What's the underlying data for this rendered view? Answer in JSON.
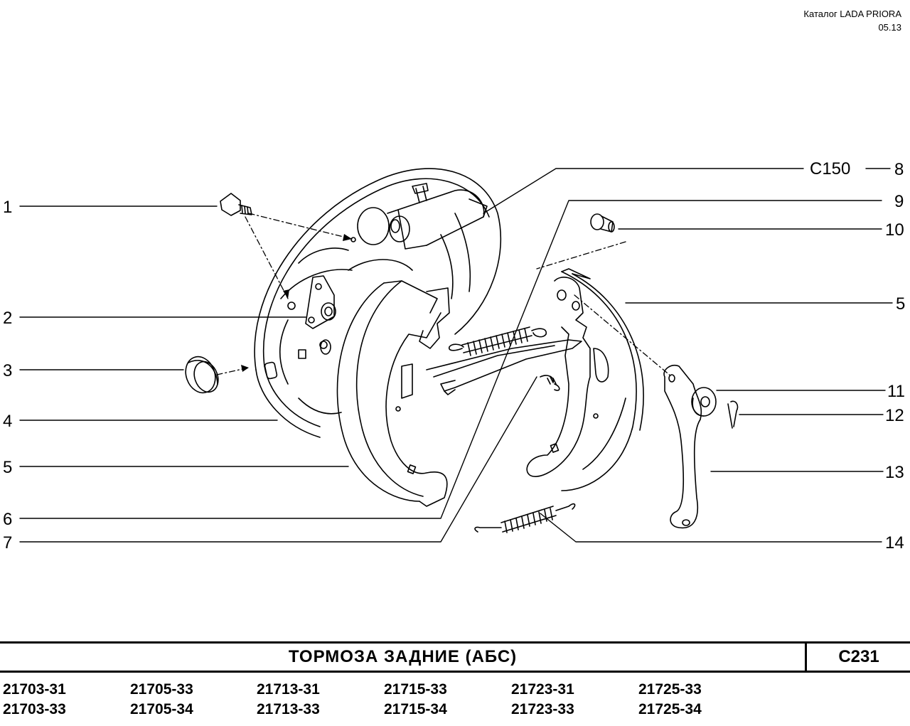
{
  "header": {
    "catalog": "Каталог  LADA  PRIORA",
    "date": "05.13"
  },
  "callouts": {
    "c1": "1",
    "c2": "2",
    "c3": "3",
    "c4": "4",
    "c5_left": "5",
    "c6": "6",
    "c7": "7",
    "c8": "8",
    "c8_ref": "C150",
    "c9": "9",
    "c10": "10",
    "c5_right": "5",
    "c11": "11",
    "c12": "12",
    "c13": "13",
    "c14": "14"
  },
  "footer": {
    "title": "ТОРМОЗА  ЗАДНИЕ  (АБС)",
    "page_code": "C231",
    "models_row1": [
      "21703-31",
      "21705-33",
      "21713-31",
      "21715-33",
      "21723-31",
      "21725-33"
    ],
    "models_row2": [
      "21703-33",
      "21705-34",
      "21713-33",
      "21715-34",
      "21723-33",
      "21725-34"
    ]
  }
}
